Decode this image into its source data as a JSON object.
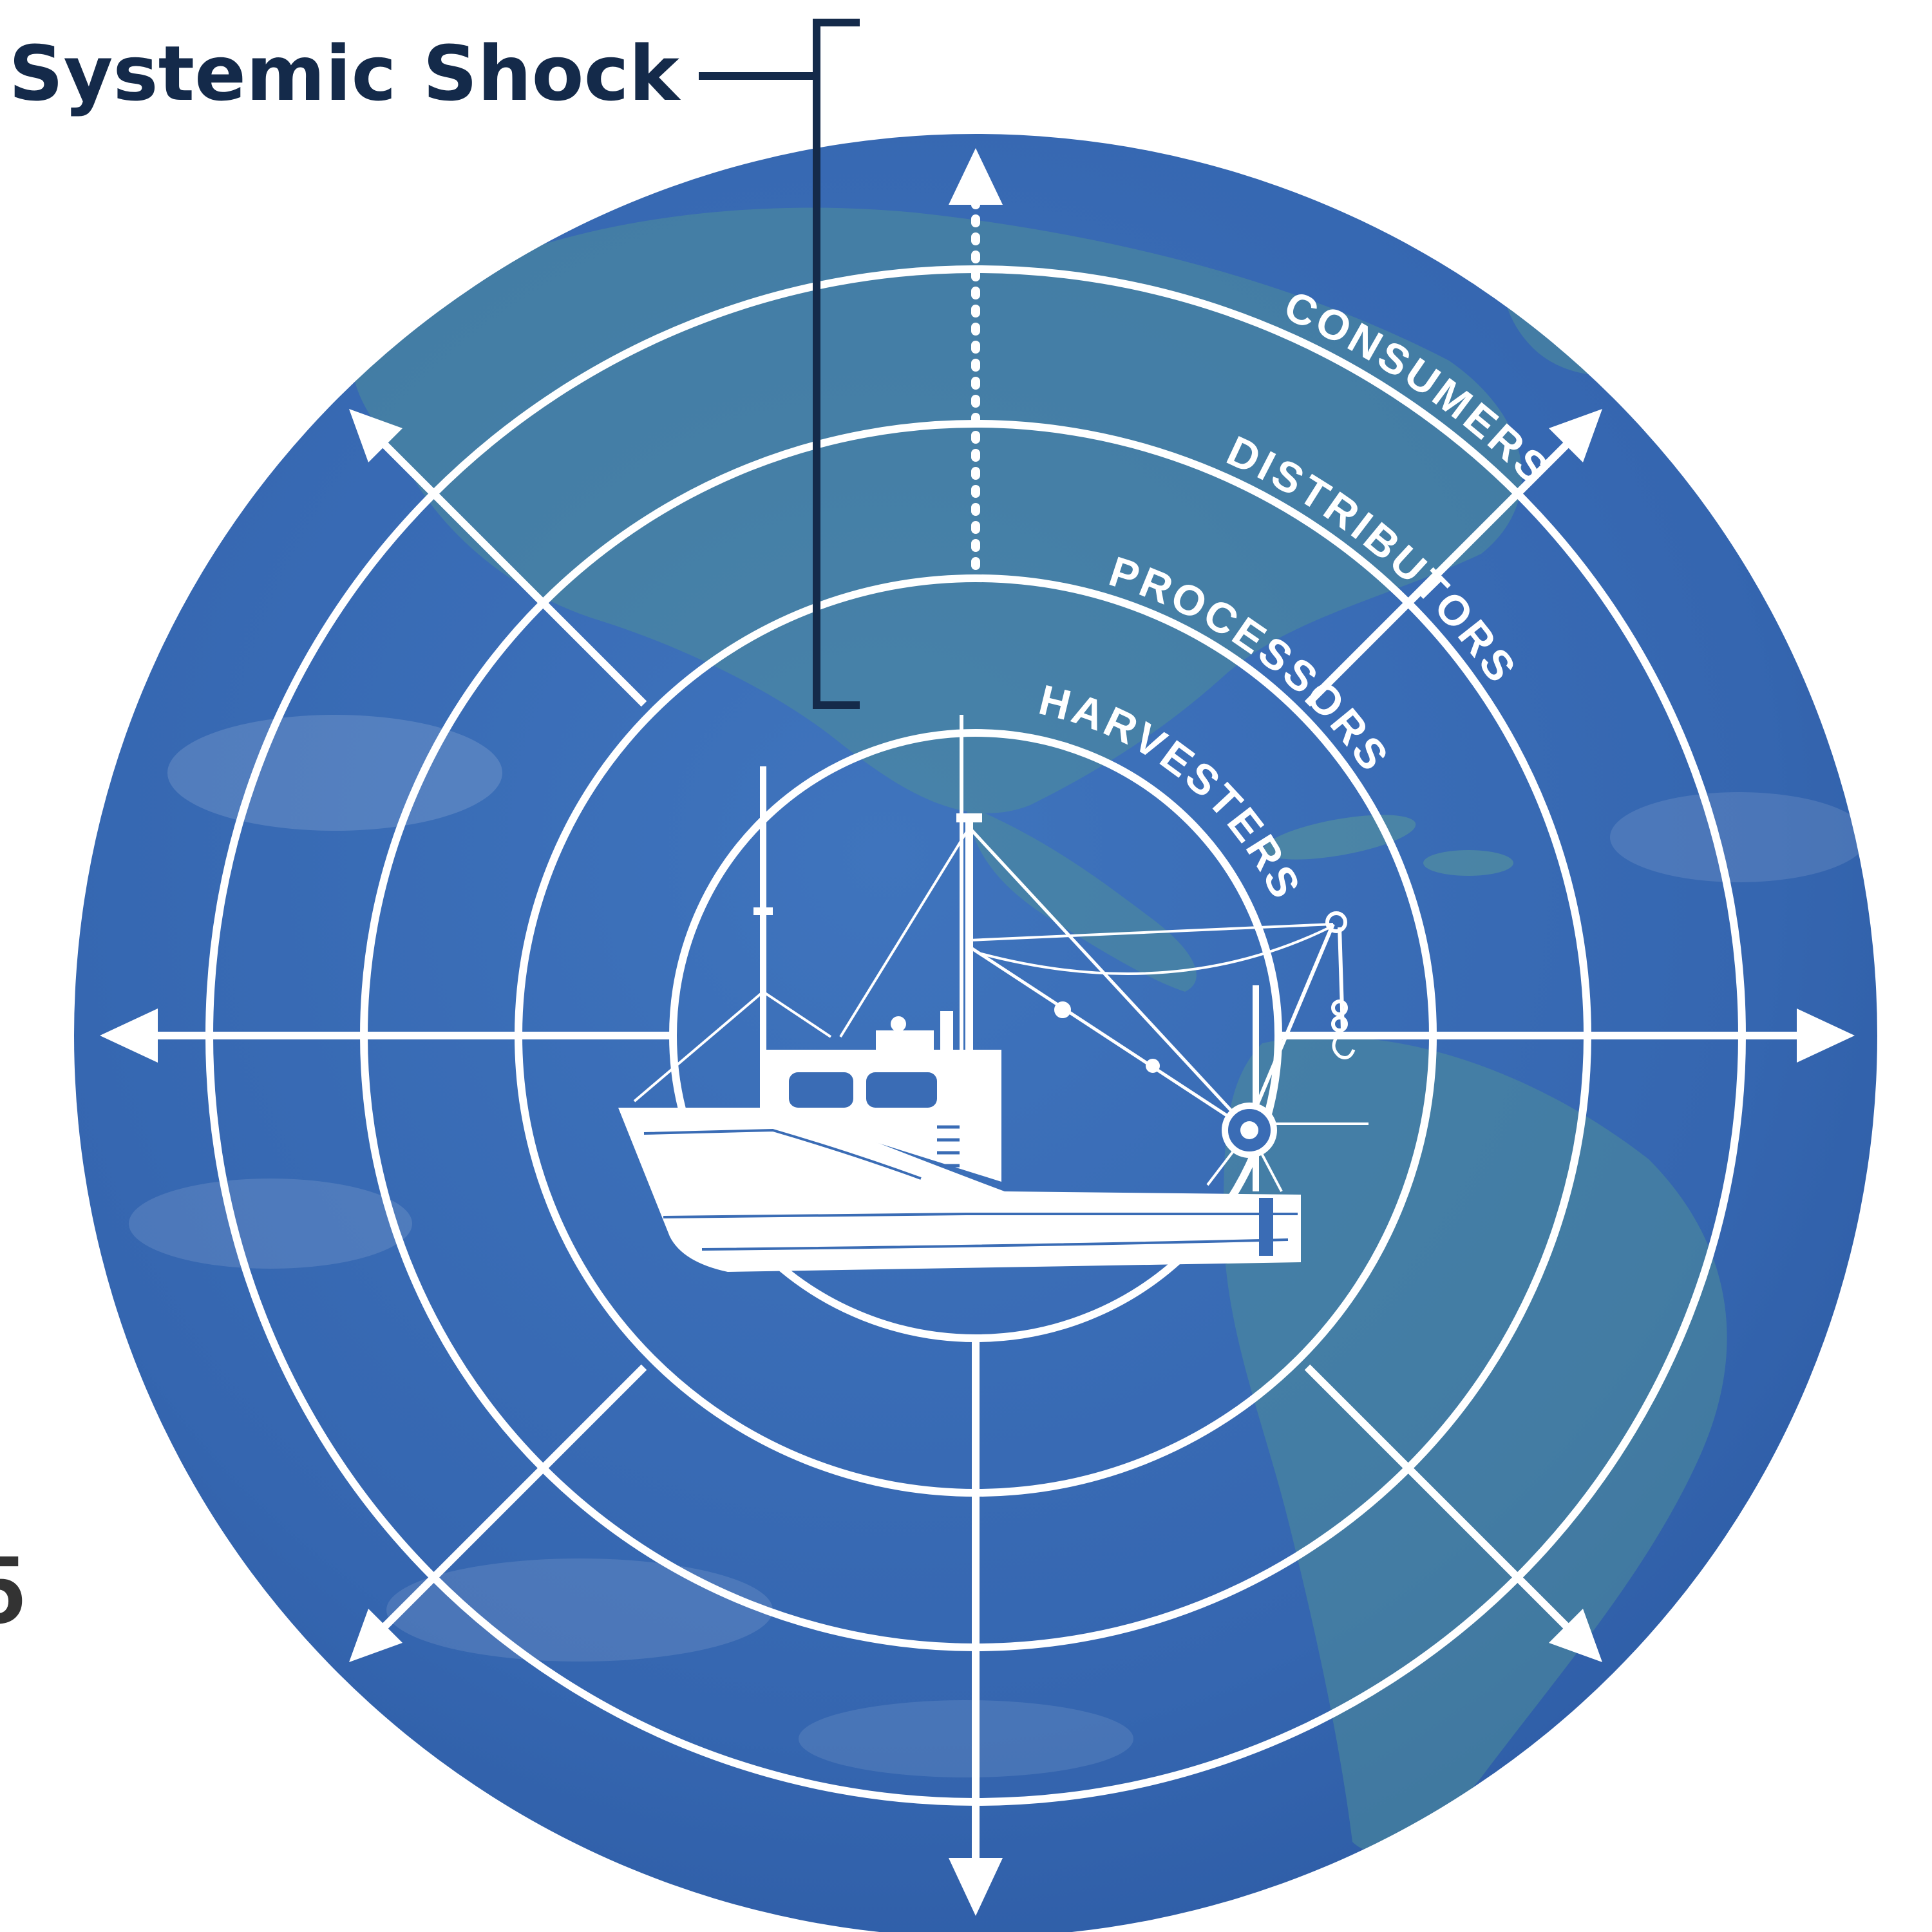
{
  "title": {
    "label": "Systemic Shock"
  },
  "rings": {
    "consumers": "CONSUMERS",
    "distributors": "DISTRIBUTORS",
    "processors": "PROCESSORS",
    "harvesters": "HARVESTERS"
  },
  "edge_fragment": "5",
  "colors": {
    "title": "#142a4a",
    "globe_ocean": "#3a6cb5",
    "globe_land": "#4f8f9a",
    "lines": "#ffffff"
  },
  "icons": {
    "center": "fishing-boat-icon",
    "globe": "earth-globe"
  }
}
